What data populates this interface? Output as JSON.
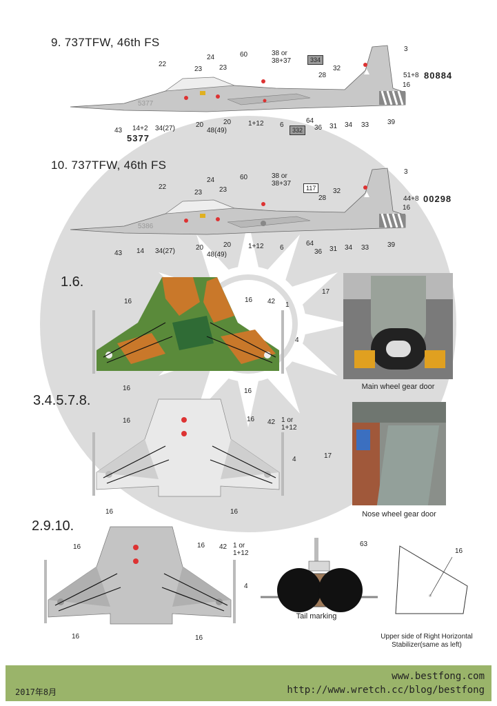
{
  "section_titles": {
    "s9": "9. 737TFW, 46th FS",
    "s10": "10. 737TFW, 46th FS",
    "s16": "1.6.",
    "s34578": "3.4.5.7.8.",
    "s2910": "2.9.10."
  },
  "aircraft9": {
    "serial_nose": "5377",
    "serial_tail": "80884",
    "box_upper": "334",
    "box_lower": "332",
    "labels": {
      "l22": "22",
      "l23a": "23",
      "l24": "24",
      "l23b": "23",
      "l60": "60",
      "l38": "38 or 38+37",
      "l3": "3",
      "l32": "32",
      "l28": "28",
      "l51": "51+8",
      "l16": "16",
      "l43": "43",
      "l142": "14+2",
      "l34": "34(27)",
      "l20a": "20",
      "l48": "48(49)",
      "l20b": "20",
      "l112": "1+12",
      "l6": "6",
      "l64": "64",
      "l36": "36",
      "l31": "31",
      "l34b": "34",
      "l33": "33",
      "l39": "39"
    }
  },
  "aircraft10": {
    "serial_tail": "00298",
    "box_upper": "117",
    "labels": {
      "l22": "22",
      "l23a": "23",
      "l24": "24",
      "l23b": "23",
      "l60": "60",
      "l38": "38 or 38+37",
      "l3": "3",
      "l32": "32",
      "l28": "28",
      "l44": "44+8",
      "l16": "16",
      "l43": "43",
      "l14": "14",
      "l34": "34(27)",
      "l20a": "20",
      "l48": "48(49)",
      "l20b": "20",
      "l112": "1+12",
      "l6": "6",
      "l64": "64",
      "l36": "36",
      "l31": "31",
      "l34b": "34",
      "l33": "33",
      "l39": "39"
    }
  },
  "top_view_16": {
    "labels": {
      "l16a": "16",
      "l16b": "16",
      "l42": "42",
      "l1": "1",
      "l4": "4",
      "l16c": "16",
      "l16d": "16"
    }
  },
  "top_view_34578": {
    "labels": {
      "l16a": "16",
      "l16b": "16",
      "l42": "42",
      "l1": "1 or 1+12",
      "l4": "4",
      "l16c": "16",
      "l16d": "16"
    }
  },
  "top_view_2910": {
    "labels": {
      "l16a": "16",
      "l16b": "16",
      "l42": "42",
      "l1": "1 or 1+12",
      "l4": "4",
      "l16c": "16",
      "l16d": "16"
    }
  },
  "photos": {
    "main_label": "17",
    "main_caption": "Main wheel gear door",
    "nose_label": "17",
    "nose_caption": "Nose wheel gear door"
  },
  "tail": {
    "label": "63",
    "caption": "Tail marking"
  },
  "stabilizer": {
    "label": "16",
    "caption_line1": "Upper side of Right Horizontal",
    "caption_line2": "Stabilizer(same as left)"
  },
  "footer": {
    "date": "2017年8月",
    "url1": "www.bestfong.com",
    "url2": "http://www.wretch.cc/blog/bestfong"
  },
  "colors": {
    "aircraft_grey": "#c8c8c8",
    "camo_green": "#5a8a3a",
    "camo_orange": "#c9782a",
    "camo_dark": "#2f6b35",
    "footer_green": "#9ab46a",
    "sun_emblem": "#d9d9d9"
  }
}
